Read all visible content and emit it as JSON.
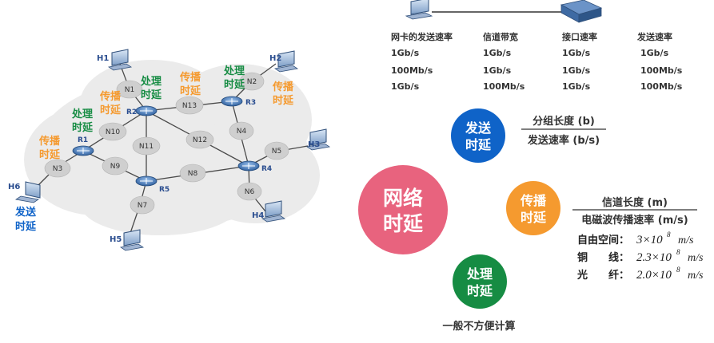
{
  "network": {
    "hosts": [
      "H1",
      "H2",
      "H3",
      "H4",
      "H5",
      "H6"
    ],
    "routers": [
      "R1",
      "R2",
      "R3",
      "R4",
      "R5"
    ],
    "nodes": [
      "N1",
      "N2",
      "N3",
      "N4",
      "N5",
      "N6",
      "N7",
      "N8",
      "N9",
      "N10",
      "N11",
      "N12",
      "N13"
    ],
    "labels": {
      "processing": [
        "处理",
        "时延"
      ],
      "propagation": [
        "传播",
        "时延"
      ],
      "transmission": [
        "发送",
        "时延"
      ]
    }
  },
  "table": {
    "headers": [
      "网卡的发送速率",
      "信道带宽",
      "接口速率",
      "发送速率"
    ],
    "rows": [
      [
        "1Gb/s",
        "1Gb/s",
        "1Gb/s",
        "1Gb/s"
      ],
      [
        "100Mb/s",
        "1Gb/s",
        "1Gb/s",
        "100Mb/s"
      ],
      [
        "1Gb/s",
        "100Mb/s",
        "1Gb/s",
        "100Mb/s"
      ]
    ]
  },
  "concepts": {
    "network_delay": [
      "网络",
      "时延"
    ],
    "transmission_delay": [
      "发送",
      "时延"
    ],
    "propagation_delay": [
      "传播",
      "时延"
    ],
    "processing_delay": [
      "处理",
      "时延"
    ]
  },
  "formulas": {
    "transmission": {
      "numerator": "分组长度 (b)",
      "denominator": "发送速率 (b/s)"
    },
    "propagation": {
      "numerator": "信道长度 (m)",
      "denominator": "电磁波传播速率 (m/s)"
    },
    "speeds": [
      {
        "medium": "自由空间：",
        "value": "3×10",
        "exp": "8",
        "unit": "m/s"
      },
      {
        "medium": "铜　　线：",
        "value": "2.3×10",
        "exp": "8",
        "unit": "m/s"
      },
      {
        "medium": "光　　纤：",
        "value": "2.0×10",
        "exp": "8",
        "unit": "m/s"
      }
    ],
    "processing_note": "一般不方便计算"
  },
  "colors": {
    "network_delay": "#e8637e",
    "transmission": "#0f63c8",
    "propagation": "#f59a2f",
    "processing": "#168c43",
    "cloud": "#e6e6e6",
    "router": "#4d78b0"
  }
}
